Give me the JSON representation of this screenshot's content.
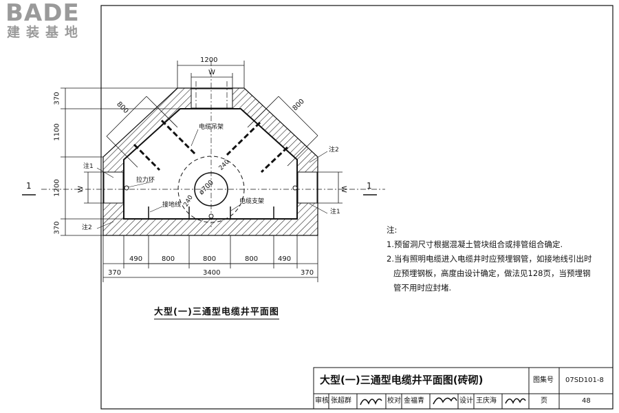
{
  "logo": {
    "latin": "BADE",
    "cjk": "建装基地"
  },
  "section_marks": {
    "left": "1",
    "right": "1"
  },
  "dimensions": {
    "top_width": "1200",
    "top_w": "W",
    "diag_left": "800",
    "diag_right": "800",
    "left_370_top": "370",
    "left_1100": "1100",
    "left_1200": "1200",
    "left_370_bottom": "370",
    "left_w": "W",
    "right_w": "W",
    "bottom_row1": [
      "490",
      "800",
      "800",
      "800",
      "490"
    ],
    "bottom_row2": [
      "370",
      "3400",
      "370"
    ],
    "diameter": "ø700",
    "radius_1": "240",
    "radius_2": "240"
  },
  "labels": {
    "note1_left": "注1",
    "note2_left": "注2",
    "note2_right": "注2",
    "note1_right": "注1",
    "cable_hanger": "电缆吊架",
    "pull_ring": "拉力环",
    "ground_wire": "接地线",
    "cable_bracket": "电缆支架"
  },
  "notes": {
    "heading": "注:",
    "lines": [
      "1.预留洞尺寸根据混凝土管块组合或排管组合确定.",
      "2.当有照明电缆进入电缆井时应预埋钢管，如接地线引出时",
      "  应预埋钢板，高度由设计确定，做法见128页，当预埋钢",
      "  管不用时应封堵."
    ]
  },
  "caption": "大型(一)三通型电缆井平面图",
  "title_block": {
    "title": "大型(一)三通型电缆井平面图(砖砌)",
    "atlas_label": "图集号",
    "atlas_no": "07SD101-8",
    "review_label": "审核",
    "review_name": "张超群",
    "check_label": "校对",
    "check_name": "金福青",
    "design_label": "设计",
    "design_name": "王庆海",
    "page_label": "页",
    "page_no": "48"
  }
}
